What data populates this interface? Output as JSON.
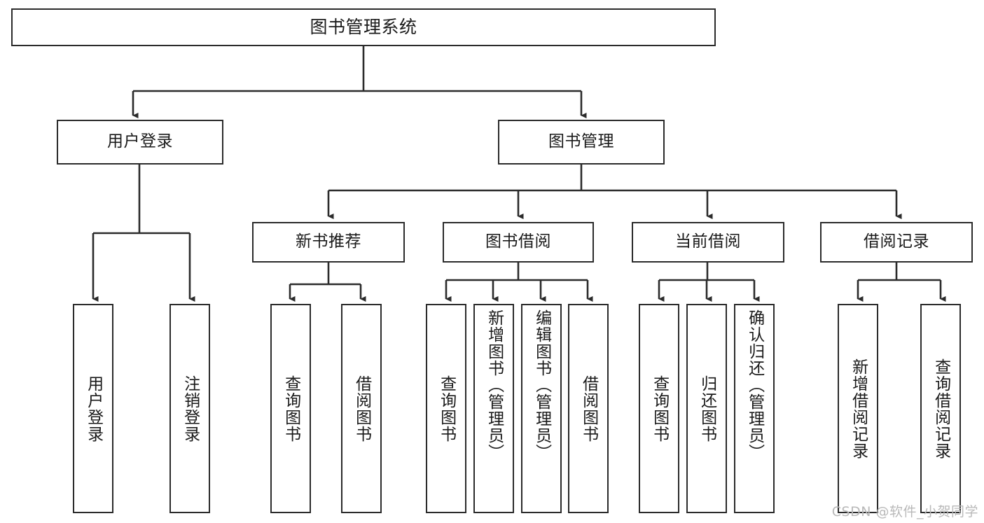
{
  "diagram": {
    "title": "图书管理系统",
    "type": "tree",
    "watermark": "CSDN @软件_小贺同学",
    "colors": {
      "box_border": "#2b2b2b",
      "box_fill": "#ffffff",
      "edge": "#2b2b2b",
      "text": "#1a1a1a",
      "watermark": "#b9b9b9"
    },
    "root": {
      "label": "图书管理系统"
    },
    "level2": [
      {
        "label": "用户登录"
      },
      {
        "label": "图书管理"
      }
    ],
    "level3": [
      {
        "label": "新书推荐"
      },
      {
        "label": "图书借阅"
      },
      {
        "label": "当前借阅"
      },
      {
        "label": "借阅记录"
      }
    ],
    "leaves_user_login": [
      {
        "label": "用户登录"
      },
      {
        "label": "注销登录"
      }
    ],
    "leaves_new_book": [
      {
        "label": "查询图书"
      },
      {
        "label": "借阅图书"
      }
    ],
    "leaves_borrow": [
      {
        "label": "查询图书"
      },
      {
        "label": "新增图书（管理员）"
      },
      {
        "label": "编辑图书（管理员）"
      },
      {
        "label": "借阅图书"
      }
    ],
    "leaves_current": [
      {
        "label": "查询图书"
      },
      {
        "label": "归还图书"
      },
      {
        "label": "确认归还（管理员）"
      }
    ],
    "leaves_records": [
      {
        "label": "新增借阅记录"
      },
      {
        "label": "查询借阅记录"
      }
    ]
  }
}
